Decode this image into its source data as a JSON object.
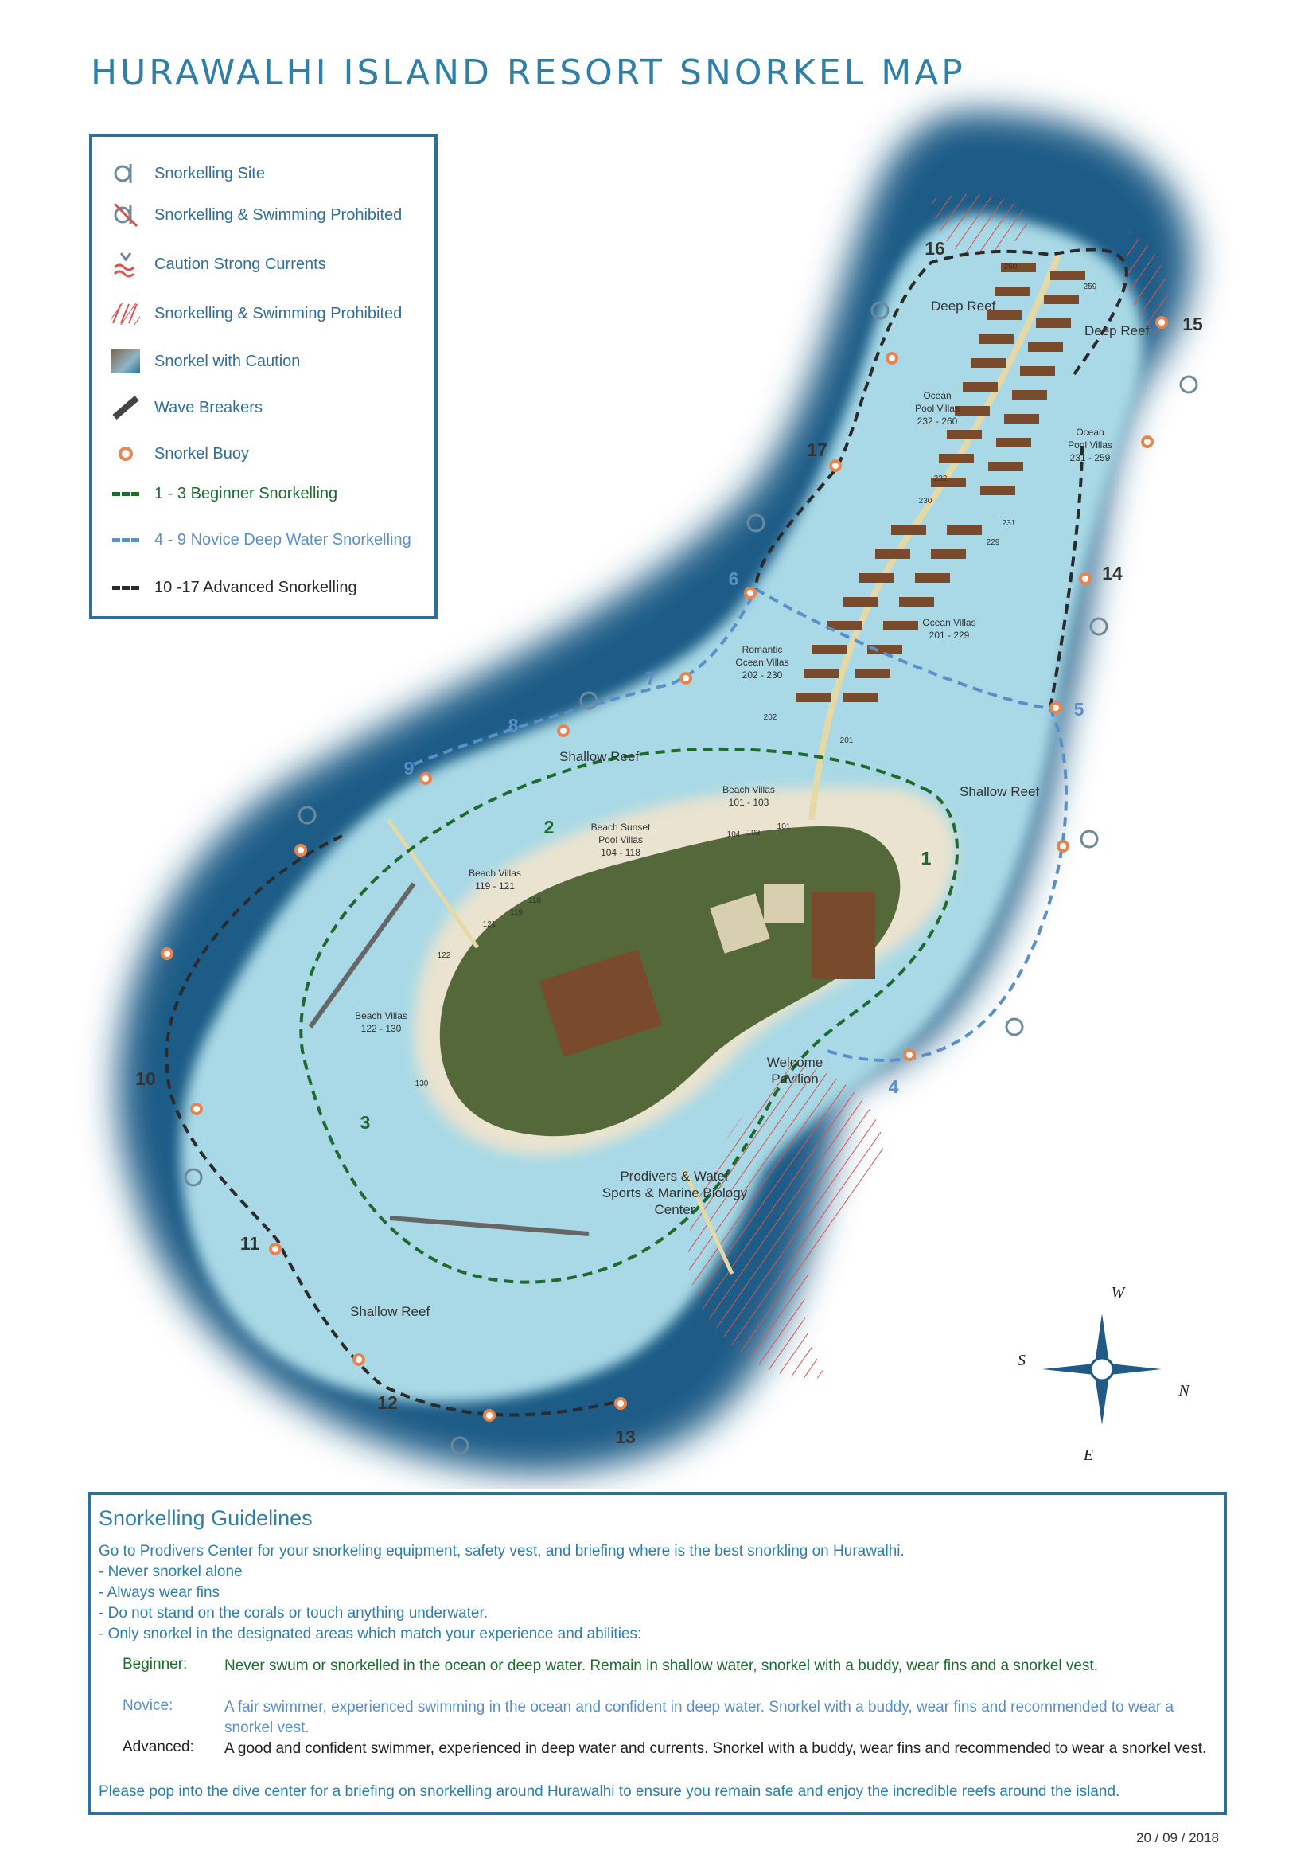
{
  "title": "HURAWALHI ISLAND RESORT SNORKEL MAP",
  "legend": [
    {
      "icon": "snorkel-icon",
      "label": "Snorkelling Site"
    },
    {
      "icon": "snorkel-prohibited-icon",
      "label": "Snorkelling & Swimming Prohibited"
    },
    {
      "icon": "strong-current-icon",
      "label": "Caution Strong Currents"
    },
    {
      "icon": "hatched-area-icon",
      "label": "Snorkelling & Swimming Prohibited"
    },
    {
      "icon": "caution-swatch-icon",
      "label": "Snorkel with Caution"
    },
    {
      "icon": "wave-breaker-icon",
      "label": "Wave Breakers"
    },
    {
      "icon": "buoy-icon",
      "label": "Snorkel Buoy"
    },
    {
      "icon": "green-dash-icon",
      "label": "1 - 3 Beginner Snorkelling"
    },
    {
      "icon": "blue-dash-icon",
      "label": "4 - 9 Novice Deep Water Snorkelling"
    },
    {
      "icon": "black-dash-icon",
      "label": "10 -17 Advanced Snorkelling"
    }
  ],
  "colors": {
    "beginner": "#1e6b2e",
    "novice": "#5b8fc8",
    "advanced": "#2b2b2b",
    "buoy": "#e8844f",
    "prohibited_hatch": "#d9534f",
    "ocean": "#1f5b86",
    "lagoon": "#a9d9e6",
    "sand": "#e9e3cf"
  },
  "map": {
    "area_labels": {
      "deep_reef_1": "Deep Reef",
      "deep_reef_2": "Deep Reef",
      "shallow_reef_1": "Shallow Reef",
      "shallow_reef_2": "Shallow Reef",
      "shallow_reef_3": "Shallow Reef"
    },
    "villa_labels": {
      "ocean_pool_1": [
        "Ocean",
        "Pool Villas",
        "232 - 260"
      ],
      "ocean_pool_2": [
        "Ocean",
        "Pool Villas",
        "231 - 259"
      ],
      "ocean_villas": [
        "Ocean Villas",
        "201 - 229"
      ],
      "romantic": [
        "Romantic",
        "Ocean Villas",
        "202 - 230"
      ],
      "beach_101": [
        "Beach Villas",
        "101 - 103"
      ],
      "beach_sunset": [
        "Beach Sunset",
        "Pool Villas",
        "104 - 118"
      ],
      "beach_119": [
        "Beach Villas",
        "119 - 121"
      ],
      "beach_122": [
        "Beach Villas",
        "122 - 130"
      ]
    },
    "villa_numbers": {
      "n260": "260",
      "n259": "259",
      "n232": "232",
      "n230": "230",
      "n231": "231",
      "n229": "229",
      "n202": "202",
      "n201": "201",
      "n104": "104",
      "n103": "103",
      "n101": "101",
      "n118": "118",
      "n119": "119",
      "n121": "121",
      "n122": "122",
      "n130": "130"
    },
    "facility_labels": {
      "welcome": [
        "Welcome",
        "Pavilion"
      ],
      "prodivers": [
        "Prodivers & Water",
        "Sports & Marine Biology",
        "Center"
      ]
    },
    "route_numbers": {
      "r1": "1",
      "r2": "2",
      "r3": "3",
      "r4": "4",
      "r5": "5",
      "r6": "6",
      "r7": "7",
      "r8": "8",
      "r9": "9",
      "r10": "10",
      "r11": "11",
      "r12": "12",
      "r13": "13",
      "r14": "14",
      "r15": "15",
      "r16": "16",
      "r17": "17"
    },
    "compass": {
      "north": "N",
      "south": "S",
      "east": "E",
      "west": "W"
    }
  },
  "guidelines": {
    "title": "Snorkelling Guidelines",
    "intro": "Go to Prodivers Center for your snorkeling equipment, safety vest, and briefing where is the best snorkling on Hurawalhi.",
    "rules": [
      "- Never snorkel alone",
      "- Always wear fins",
      "- Do not stand on the corals or touch anything underwater.",
      "- Only snorkel in the designated areas which match your experience and abilities:"
    ],
    "levels": [
      {
        "name": "Beginner:",
        "desc": "Never swum or snorkelled in the ocean or deep water. Remain in shallow water, snorkel with a buddy, wear fins and a snorkel vest."
      },
      {
        "name": "Novice:",
        "desc": "A fair swimmer, experienced swimming in the ocean and confident in deep water. Snorkel with a buddy, wear fins and recommended to wear a snorkel vest."
      },
      {
        "name": "Advanced:",
        "desc": "A good and confident swimmer, experienced in deep water and currents.  Snorkel with a buddy, wear fins and recommended to wear a snorkel vest."
      }
    ],
    "closing": "Please pop into the dive center for a briefing on snorkelling around Hurawalhi to ensure you remain safe and enjoy the incredible reefs around the island."
  },
  "date": "20 / 09 / 2018"
}
